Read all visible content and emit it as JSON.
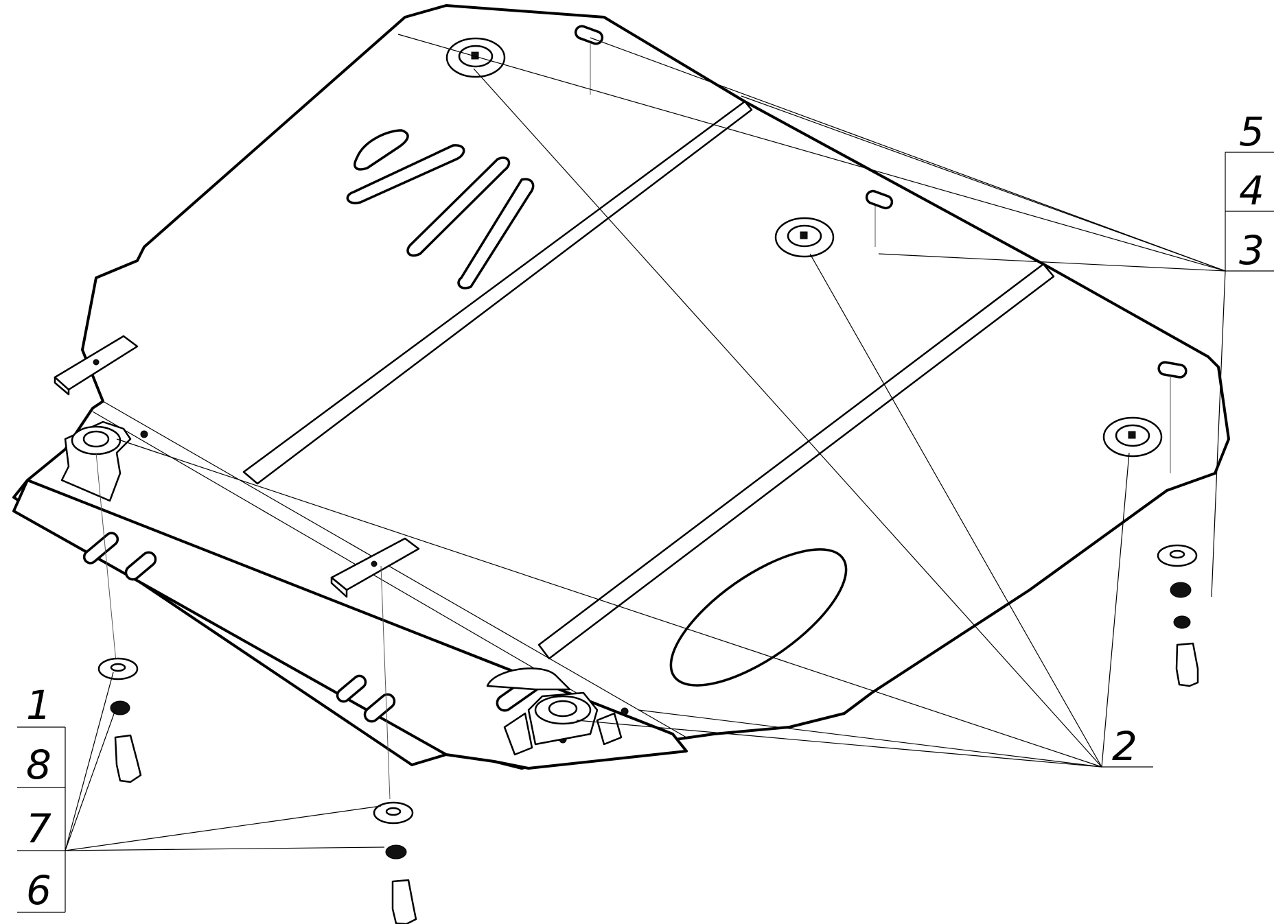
{
  "callouts": {
    "right_stack": [
      "5",
      "4",
      "3"
    ],
    "center": "2",
    "left_stack": [
      "1",
      "8",
      "7",
      "6"
    ]
  },
  "parts": {
    "skid_plate": "skid-plate",
    "nut": "cage-nut",
    "bolt": "bolt",
    "washer": "washer",
    "lock_washer": "lock-washer",
    "bracket": "mounting-bracket"
  }
}
